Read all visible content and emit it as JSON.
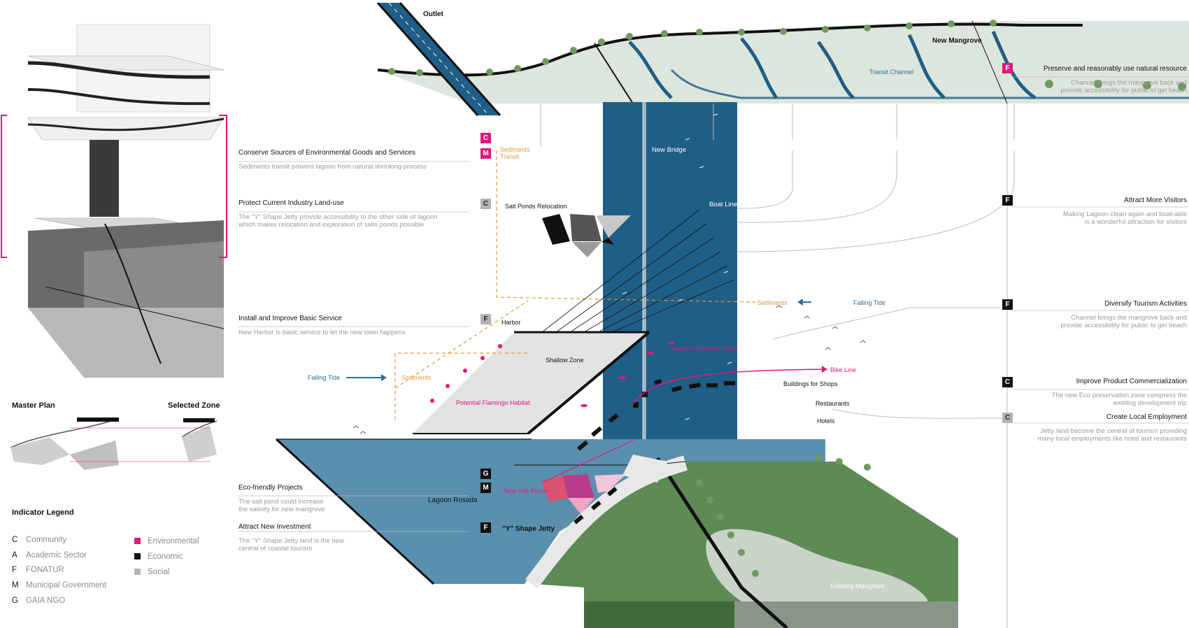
{
  "colors": {
    "environmental": "#e0187a",
    "economic": "#111111",
    "social": "#b3b3b3",
    "water": "#1f5e86",
    "lagoon": "#5a8fae",
    "mangrove": "#dde6dc",
    "land_green": "#5d8a55",
    "sediment_orange": "#e39a3a"
  },
  "left_panel": {
    "master_plan": "Master Plan",
    "selected_zone": "Selected Zone"
  },
  "legend": {
    "title": "Indicator Legend",
    "stakeholders": [
      {
        "code": "C",
        "label": "Community"
      },
      {
        "code": "A",
        "label": "Academic Sector"
      },
      {
        "code": "F",
        "label": "FONATUR"
      },
      {
        "code": "M",
        "label": "Municipal Government"
      },
      {
        "code": "G",
        "label": "GAIA NGO"
      }
    ],
    "types": [
      {
        "label": "Environmental",
        "color": "#e0187a"
      },
      {
        "label": "Economic",
        "color": "#111111"
      },
      {
        "label": "Social",
        "color": "#b3b3b3"
      }
    ]
  },
  "left_indicators": [
    {
      "title": "Conserve Sources of Environmental Goods and Services",
      "desc": "Sediments transit prevent lagoon from natural shrinking process"
    },
    {
      "title": "Protect Current Industry Land-use",
      "desc": "The \"Y\" Shape Jetty provide accessibility to the other side of lagoon\nwhich makes relocation and exploration of salts ponds possible"
    },
    {
      "title": "Install and Improve Basic Service",
      "desc": "New Harbor is basic service to let the new town happens"
    },
    {
      "title": "Eco-friendly Projects",
      "desc": "The salt pond could increase\nthe salinity for new mangrove"
    },
    {
      "title": "Attract New Investment",
      "desc": "The \"Y\" Shape Jetty land is the new\ncentral of coastal tourism"
    }
  ],
  "right_indicators": [
    {
      "title": "Preserve and reasonably use natural resource",
      "desc": "Channel brings the mangrove back and\nprovide accessibility for public to get beach",
      "badge": "F"
    },
    {
      "title": "Attract More Visitors",
      "desc": "Making Lagoon clean again and boat-able\nis a wonderful attraction for visitors",
      "badge": "F"
    },
    {
      "title": "Diversify Tourism Activities",
      "desc": "Channel brings the mangrove back and\nprovide accessibility for public to get beach",
      "badge": "F"
    },
    {
      "title": "Improve Product Commercialization",
      "desc": "The new Eco preservation zone compress the\nexisting development trip",
      "badge": "C"
    },
    {
      "title": "Create Local Employment",
      "desc": "Jetty land become the central of tourism providing\nmany local employments like hotel and restaurants",
      "badge": "C"
    }
  ],
  "badges": {
    "c_top": "C",
    "m_top": "M",
    "c_industry": "C",
    "f_service": "F",
    "g_eco": "G",
    "m_eco": "M",
    "f_invest": "F"
  },
  "map_labels": {
    "outlet": "Outlet",
    "new_mangrove": "New Mangrove",
    "transit_channel": "Transit Channel",
    "new_bridge": "New Bridge",
    "boat_line": "Boat Line",
    "salt_ponds_relocation": "Salt Ponds Relocation",
    "sediments_transit": "Sediments\nTransit",
    "sediments_right": "Sediments",
    "sediments_left": "Sediments",
    "falling_tide_right": "Falling Tide",
    "falling_tide_left": "Falling Tide",
    "harbor": "Harbor",
    "shallow_zone": "Shallow Zone",
    "potential_flamingo_habitat": "Potential Flamingo Habitat",
    "lagoon_overlook_spots": "Lagoon Overlook Spots",
    "bike_line": "Bike Line",
    "buildings_for_shops": "Buildings for Shops",
    "restaurants": "Restaurants",
    "hotels": "Hotels",
    "lagoon_rosada": "Lagoon Rosada",
    "new_salt_ponds": "New Salt Ponds",
    "y_shape_jetty": "\"Y\" Shape Jetty",
    "existing_mangrove": "Existing Mangrove"
  }
}
